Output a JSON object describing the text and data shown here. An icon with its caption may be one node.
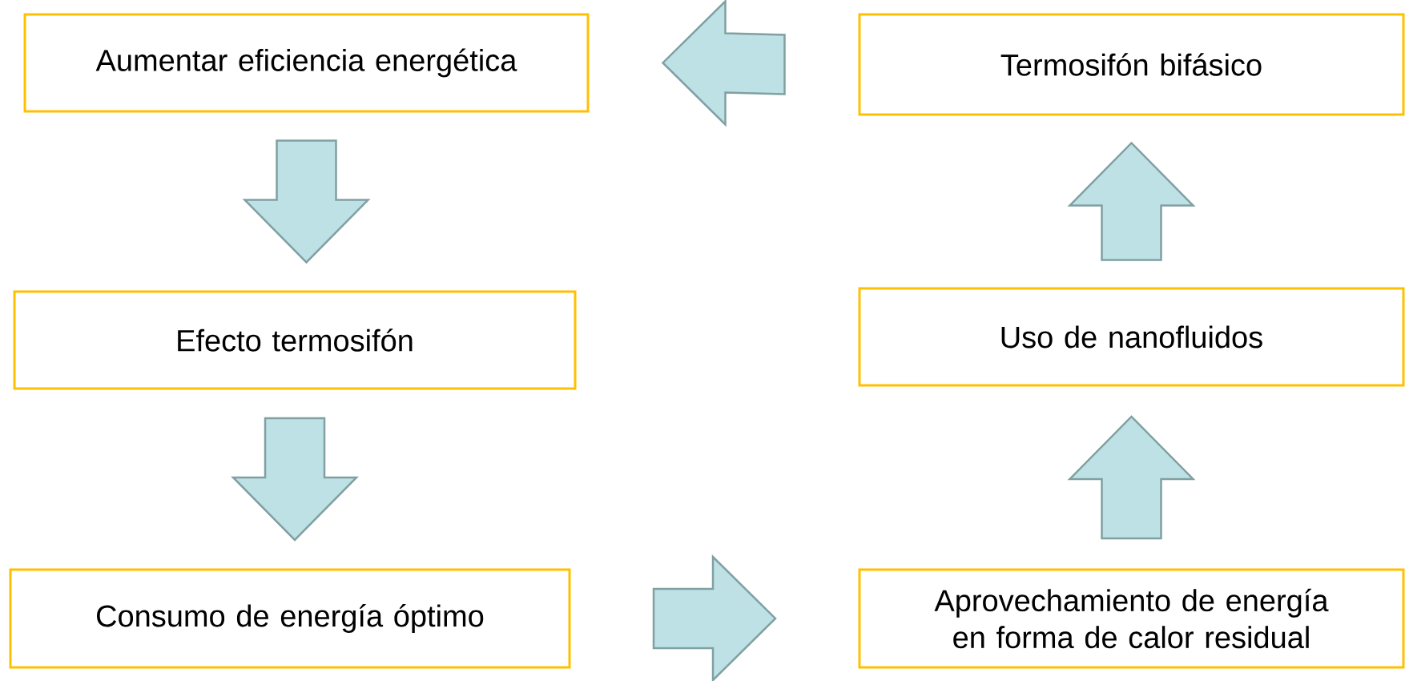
{
  "diagram": {
    "nodes": [
      {
        "text": [
          "Aumentar eficiencia energética"
        ]
      },
      {
        "text": [
          "Efecto termosifón"
        ]
      },
      {
        "text": [
          "Consumo de energía óptimo"
        ]
      },
      {
        "text": [
          "Aprovechamiento de energía en forma de calor residual"
        ]
      },
      {
        "text": [
          "Uso de nanofluidos"
        ]
      },
      {
        "text": [
          "Termosifón bifásico"
        ]
      }
    ],
    "edges": [
      {
        "from": 0,
        "to": 1,
        "arrow": "to"
      },
      {
        "from": 1,
        "to": 2,
        "arrow": "to"
      },
      {
        "from": 2,
        "to": 3,
        "arrow": "to"
      },
      {
        "from": 3,
        "to": 4,
        "arrow": "to"
      },
      {
        "from": 4,
        "to": 5,
        "arrow": "to"
      },
      {
        "from": 5,
        "to": 0,
        "arrow": "to"
      }
    ]
  }
}
